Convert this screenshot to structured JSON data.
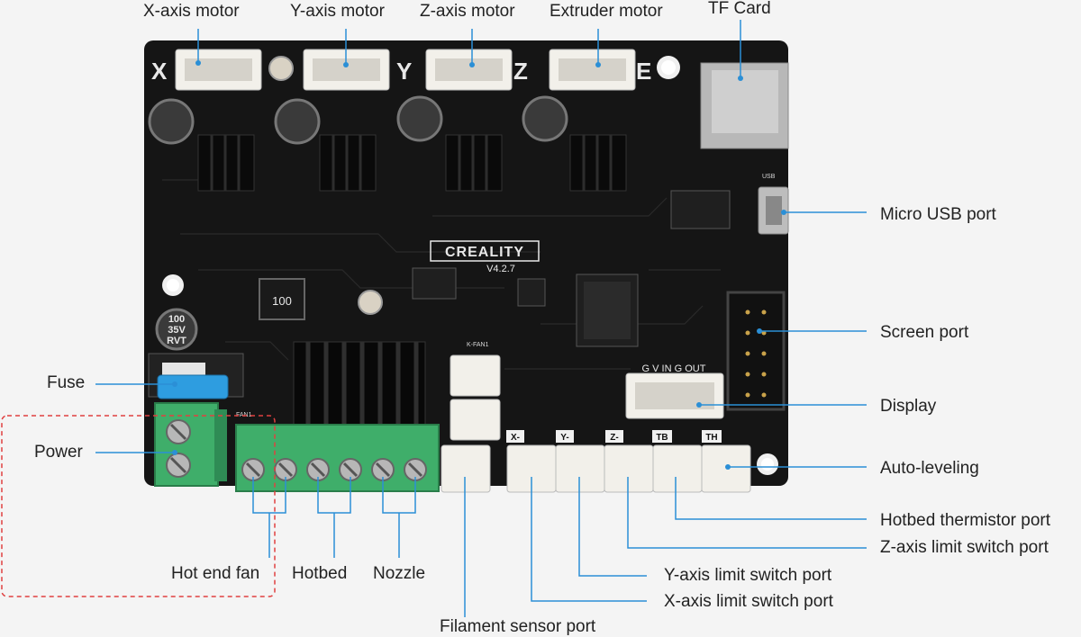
{
  "labels": {
    "x_axis_motor": "X-axis motor",
    "y_axis_motor": "Y-axis motor",
    "z_axis_motor": "Z-axis motor",
    "extruder_motor": "Extruder motor",
    "tf_card": "TF Card",
    "micro_usb_port": "Micro USB port",
    "screen_port": "Screen port",
    "display": "Display",
    "auto_leveling": "Auto-leveling",
    "hotbed_thermistor_port": "Hotbed thermistor port",
    "z_axis_limit_switch_port": "Z-axis limit switch port",
    "y_axis_limit_switch_port": "Y-axis limit switch port",
    "x_axis_limit_switch_port": "X-axis limit switch port",
    "filament_sensor_port": "Filament sensor port",
    "fuse": "Fuse",
    "power": "Power",
    "hot_end_fan": "Hot end fan",
    "hotbed": "Hotbed",
    "nozzle": "Nozzle"
  },
  "board": {
    "brand": "CREALITY",
    "version": "V4.2.7",
    "axis_letters": [
      "X",
      "Y",
      "Z",
      "E"
    ],
    "limit_labels": [
      "X-",
      "Y-",
      "Z-",
      "TB",
      "TH"
    ],
    "display_pins": "G V IN G OUT",
    "usb_label": "USB",
    "kfan_label": "K-FAN1",
    "fan_label": "FAN1",
    "cap_label_lines": [
      "100",
      "35V",
      "RVT"
    ],
    "inductor_label": "100"
  },
  "colors": {
    "accent_line": "#2b8fd6",
    "board": "#151515",
    "terminal_green": "#3fae6a",
    "dashed_box": "#e04040"
  }
}
